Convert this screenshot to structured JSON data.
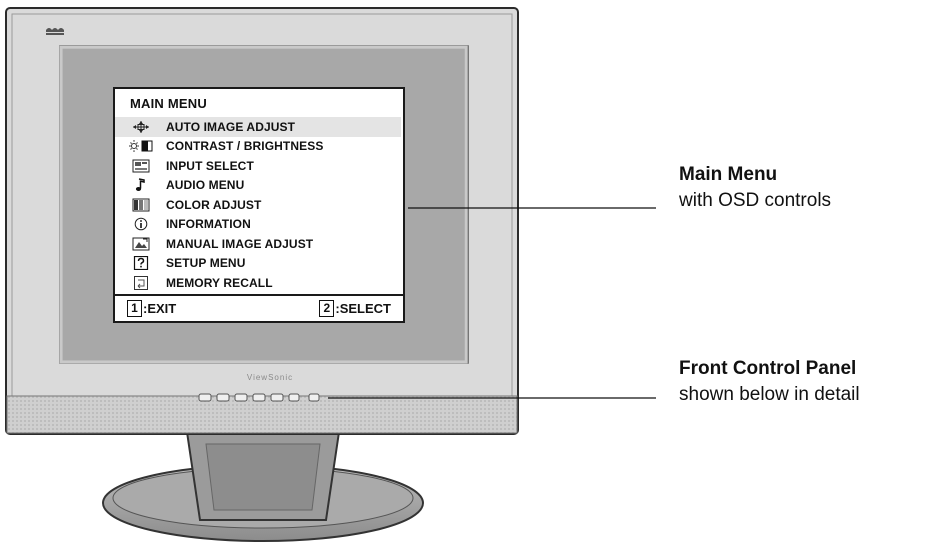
{
  "osd": {
    "title": "MAIN MENU",
    "items": [
      {
        "label": "AUTO IMAGE ADJUST",
        "icon": "crosshair-arrows-icon",
        "selected": true
      },
      {
        "label": "CONTRAST / BRIGHTNESS",
        "icon": "sun-contrast-icon",
        "selected": false
      },
      {
        "label": "INPUT SELECT",
        "icon": "input-monitor-icon",
        "selected": false
      },
      {
        "label": "AUDIO MENU",
        "icon": "music-note-icon",
        "selected": false
      },
      {
        "label": "COLOR ADJUST",
        "icon": "color-bars-icon",
        "selected": false
      },
      {
        "label": "INFORMATION",
        "icon": "info-icon",
        "selected": false
      },
      {
        "label": "MANUAL IMAGE ADJUST",
        "icon": "manual-image-icon",
        "selected": false
      },
      {
        "label": "SETUP MENU",
        "icon": "question-box-icon",
        "selected": false
      },
      {
        "label": "MEMORY RECALL",
        "icon": "memory-recall-icon",
        "selected": false
      }
    ],
    "footer": {
      "exit_key": "1",
      "exit_label": ":EXIT",
      "select_key": "2",
      "select_label": ":SELECT"
    }
  },
  "brand_text": "ViewSonic",
  "callouts": {
    "main_menu": {
      "title": "Main Menu",
      "subtitle": "with OSD controls"
    },
    "front_panel": {
      "title": "Front Control Panel",
      "subtitle": "shown below in detail"
    }
  },
  "colors": {
    "bezel": "#d9d9d9",
    "screen": "#a9a9a9",
    "stand": "#9a9a9a",
    "osd_background": "#ffffff",
    "selected_row": "#e4e4e4"
  }
}
